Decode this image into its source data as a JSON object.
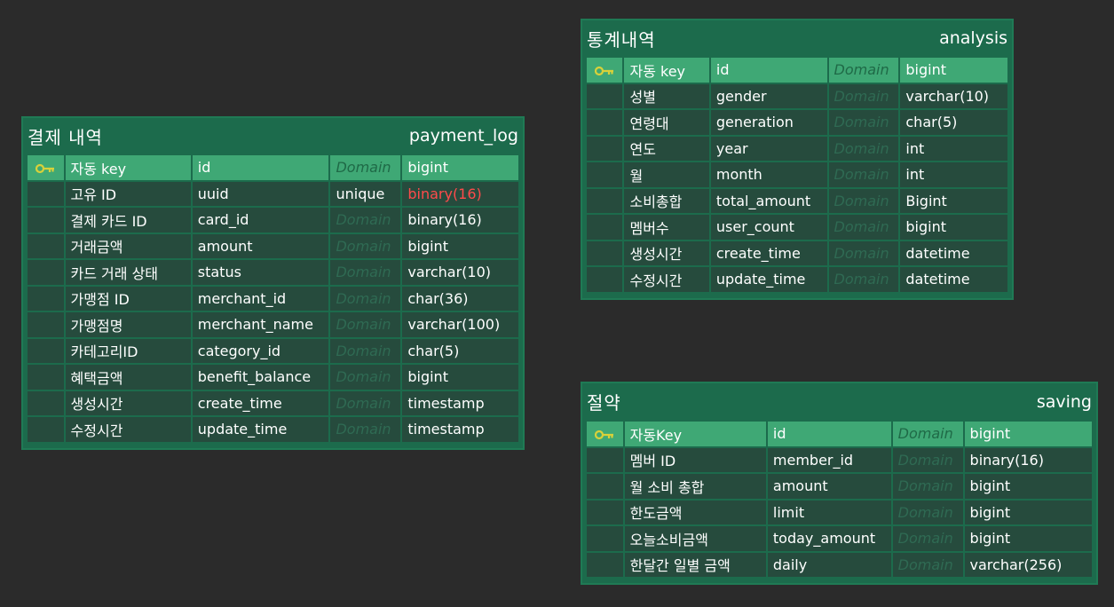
{
  "tables": [
    {
      "logical_name": "결제 내역",
      "physical_name": "payment_log",
      "columns": [
        {
          "logical": "자동 key",
          "physical": "id",
          "domain": "Domain",
          "type": "bigint",
          "pk": true
        },
        {
          "logical": "고유 ID",
          "physical": "uuid",
          "domain": "unique",
          "type": "binary(16)",
          "pk": false,
          "highlight": "#ff4b4b"
        },
        {
          "logical": "결제 카드 ID",
          "physical": "card_id",
          "domain": "Domain",
          "type": "binary(16)",
          "pk": false
        },
        {
          "logical": "거래금액",
          "physical": "amount",
          "domain": "Domain",
          "type": "bigint",
          "pk": false
        },
        {
          "logical": "카드 거래 상태",
          "physical": "status",
          "domain": "Domain",
          "type": "varchar(10)",
          "pk": false
        },
        {
          "logical": "가맹점 ID",
          "physical": "merchant_id",
          "domain": "Domain",
          "type": "char(36)",
          "pk": false
        },
        {
          "logical": "가맹점명",
          "physical": "merchant_name",
          "domain": "Domain",
          "type": "varchar(100)",
          "pk": false
        },
        {
          "logical": "카테고리ID",
          "physical": "category_id",
          "domain": "Domain",
          "type": "char(5)",
          "pk": false
        },
        {
          "logical": "혜택금액",
          "physical": "benefit_balance",
          "domain": "Domain",
          "type": "bigint",
          "pk": false
        },
        {
          "logical": "생성시간",
          "physical": "create_time",
          "domain": "Domain",
          "type": "timestamp",
          "pk": false
        },
        {
          "logical": "수정시간",
          "physical": "update_time",
          "domain": "Domain",
          "type": "timestamp",
          "pk": false
        }
      ]
    },
    {
      "logical_name": "통계내역",
      "physical_name": "analysis",
      "columns": [
        {
          "logical": "자동 key",
          "physical": "id",
          "domain": "Domain",
          "type": "bigint",
          "pk": true
        },
        {
          "logical": "성별",
          "physical": "gender",
          "domain": "Domain",
          "type": "varchar(10)",
          "pk": false
        },
        {
          "logical": "연령대",
          "physical": "generation",
          "domain": "Domain",
          "type": "char(5)",
          "pk": false
        },
        {
          "logical": "연도",
          "physical": "year",
          "domain": "Domain",
          "type": "int",
          "pk": false
        },
        {
          "logical": "월",
          "physical": "month",
          "domain": "Domain",
          "type": "int",
          "pk": false
        },
        {
          "logical": "소비총합",
          "physical": "total_amount",
          "domain": "Domain",
          "type": "Bigint",
          "pk": false
        },
        {
          "logical": "멤버수",
          "physical": "user_count",
          "domain": "Domain",
          "type": "bigint",
          "pk": false
        },
        {
          "logical": "생성시간",
          "physical": "create_time",
          "domain": "Domain",
          "type": "datetime",
          "pk": false
        },
        {
          "logical": "수정시간",
          "physical": "update_time",
          "domain": "Domain",
          "type": "datetime",
          "pk": false
        }
      ]
    },
    {
      "logical_name": "절약",
      "physical_name": "saving",
      "columns": [
        {
          "logical": "자동Key",
          "physical": "id",
          "domain": "Domain",
          "type": "bigint",
          "pk": true
        },
        {
          "logical": "멤버 ID",
          "physical": "member_id",
          "domain": "Domain",
          "type": "binary(16)",
          "pk": false
        },
        {
          "logical": "월 소비 총합",
          "physical": "amount",
          "domain": "Domain",
          "type": "bigint",
          "pk": false
        },
        {
          "logical": "한도금액",
          "physical": "limit",
          "domain": "Domain",
          "type": "bigint",
          "pk": false
        },
        {
          "logical": "오늘소비금액",
          "physical": "today_amount",
          "domain": "Domain",
          "type": "bigint",
          "pk": false
        },
        {
          "logical": "한달간 일별 금액",
          "physical": "daily",
          "domain": "Domain",
          "type": "varchar(256)",
          "pk": false
        }
      ]
    }
  ],
  "icons": {
    "primary_key": "key-icon"
  },
  "colors": {
    "background": "#2b2b2b",
    "entity": "#1c6b4c",
    "cell": "#264b3d",
    "pk_row": "#3fa875",
    "key_icon": "#d8d13a",
    "error_text": "#ff4b4b"
  }
}
